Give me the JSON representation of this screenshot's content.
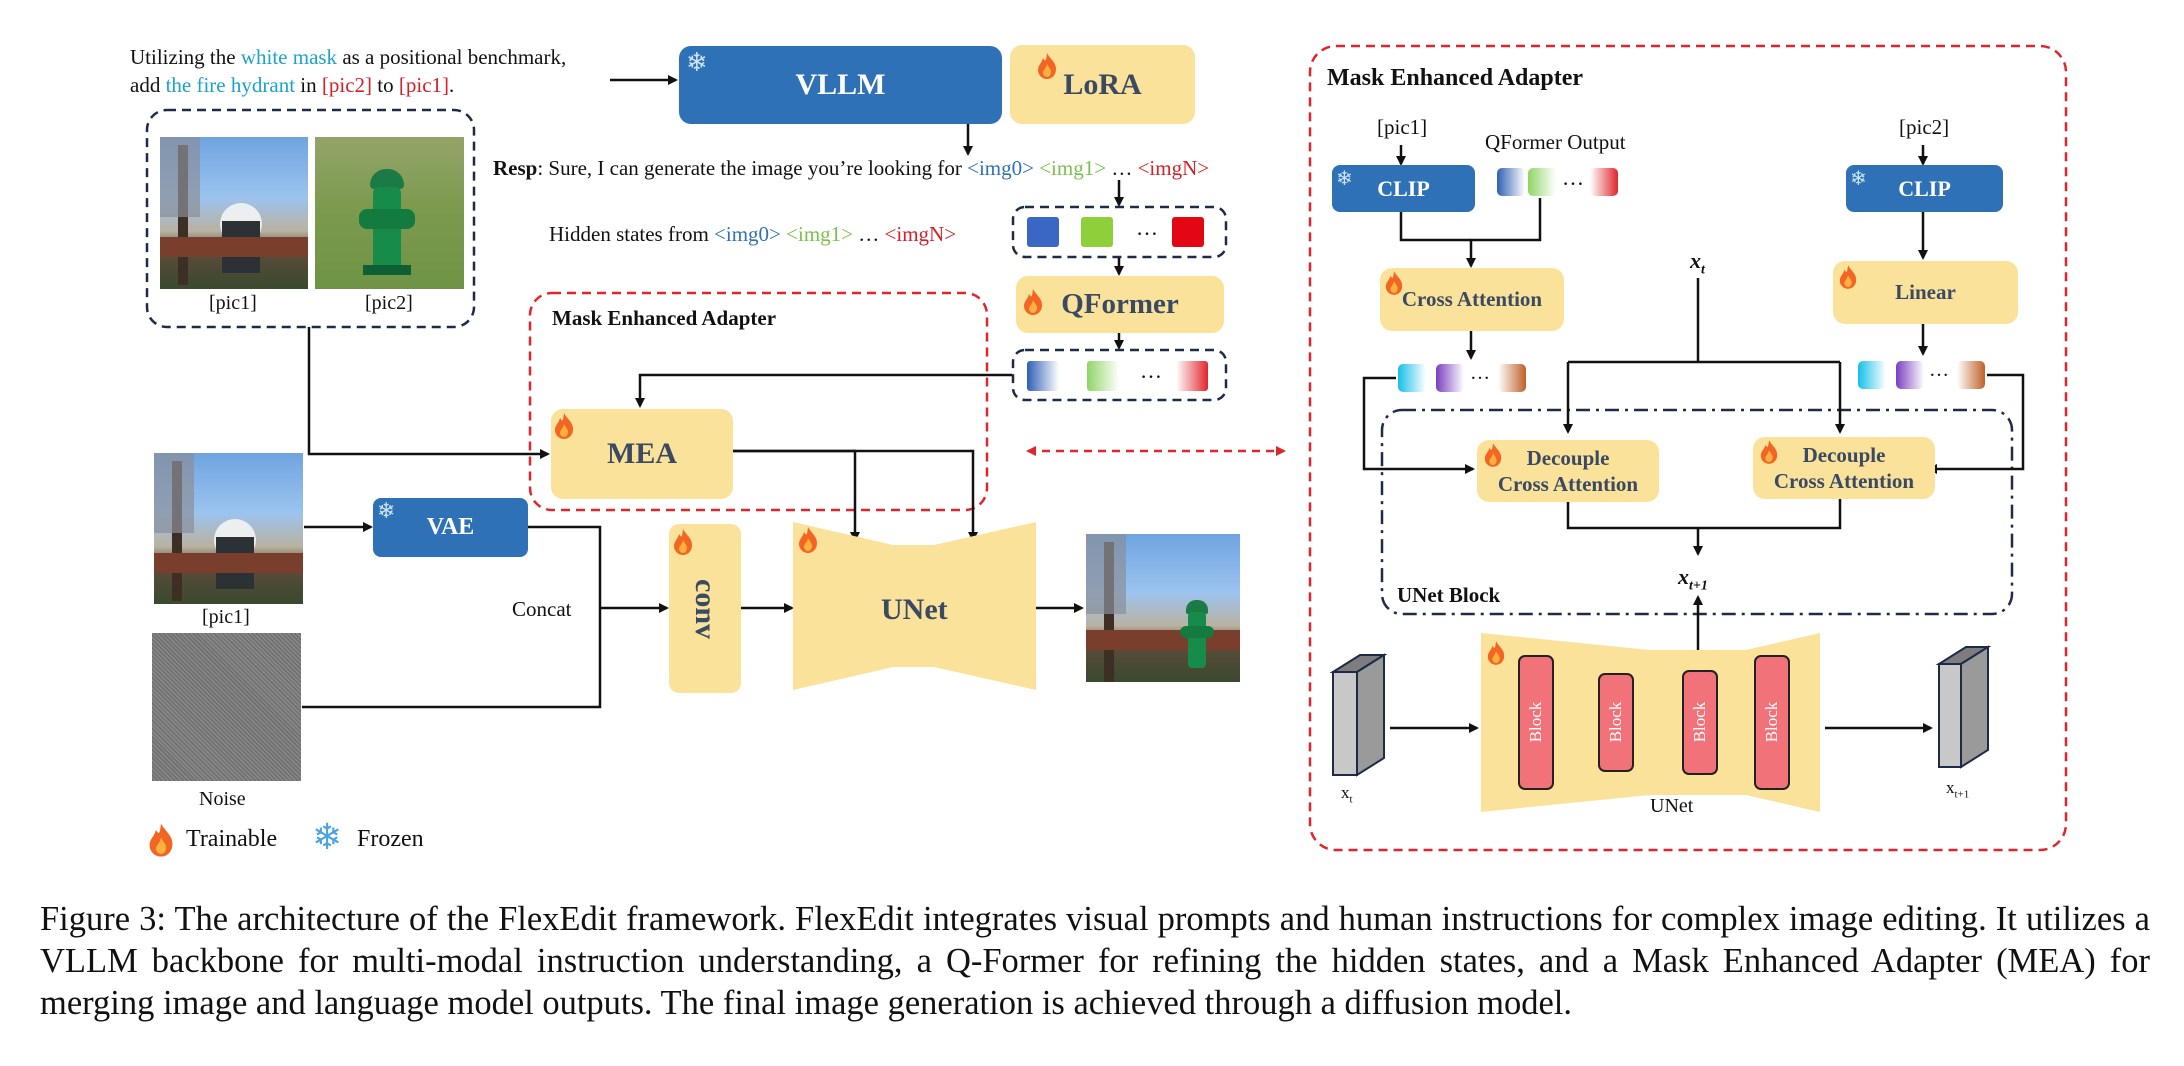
{
  "instruction": {
    "p1": "Utilizing the ",
    "white_mask": "white mask",
    "p2": " as a positional benchmark,",
    "p3": "add ",
    "fire_hydrant": "the fire hydrant",
    "p4": " in ",
    "pic2": "[pic2]",
    "p5": " to ",
    "pic1": "[pic1]",
    "p6": "."
  },
  "left": {
    "vllm": "VLLM",
    "lora": "LoRA",
    "resp_label": "Resp",
    "resp_text": ": Sure, I can generate the image you’re looking for ",
    "img0": "<img0>",
    "img1": "<img1>",
    "ellipsis": "…",
    "imgN": "<imgN>",
    "hidden_states": "Hidden states from ",
    "qformer": "QFormer",
    "mea_title": "Mask Enhanced Adapter",
    "mea": "MEA",
    "vae": "VAE",
    "concat": "Concat",
    "conv": "conv",
    "unet": "UNet",
    "pic1_label": "[pic1]",
    "pic2_label": "[pic2]",
    "noise_label": "Noise",
    "trainable": "Trainable",
    "frozen": "Frozen"
  },
  "right": {
    "title": "Mask Enhanced Adapter",
    "pic1": "[pic1]",
    "pic2": "[pic2]",
    "clip": "CLIP",
    "qformer_output": "QFormer Output",
    "cross_attention": "Cross Attention",
    "linear": "Linear",
    "xt": "x",
    "xt_sub": "t",
    "xt1_sub": "t+1",
    "decouple_1": "Decouple",
    "decouple_2": "Cross Attention",
    "unet_block": "UNet Block",
    "block": "Block",
    "unet": "UNet"
  },
  "caption": {
    "label": "Figure 3:",
    "text": " The architecture of the FlexEdit framework. FlexEdit integrates visual prompts and human instructions for complex image editing. It utilizes a VLLM backbone for multi-modal instruction understanding, a Q-Former for refining the hidden states, and a Mask Enhanced Adapter (MEA) for merging image and language model outputs. The final image generation is achieved through a diffusion model."
  },
  "colors": {
    "blue_box": "#2f71b6",
    "yellow_box": "#fbe29a",
    "red_dashed": "#e0262c",
    "navy_dashed": "#1f2a48",
    "block_red": "#f2727a"
  }
}
